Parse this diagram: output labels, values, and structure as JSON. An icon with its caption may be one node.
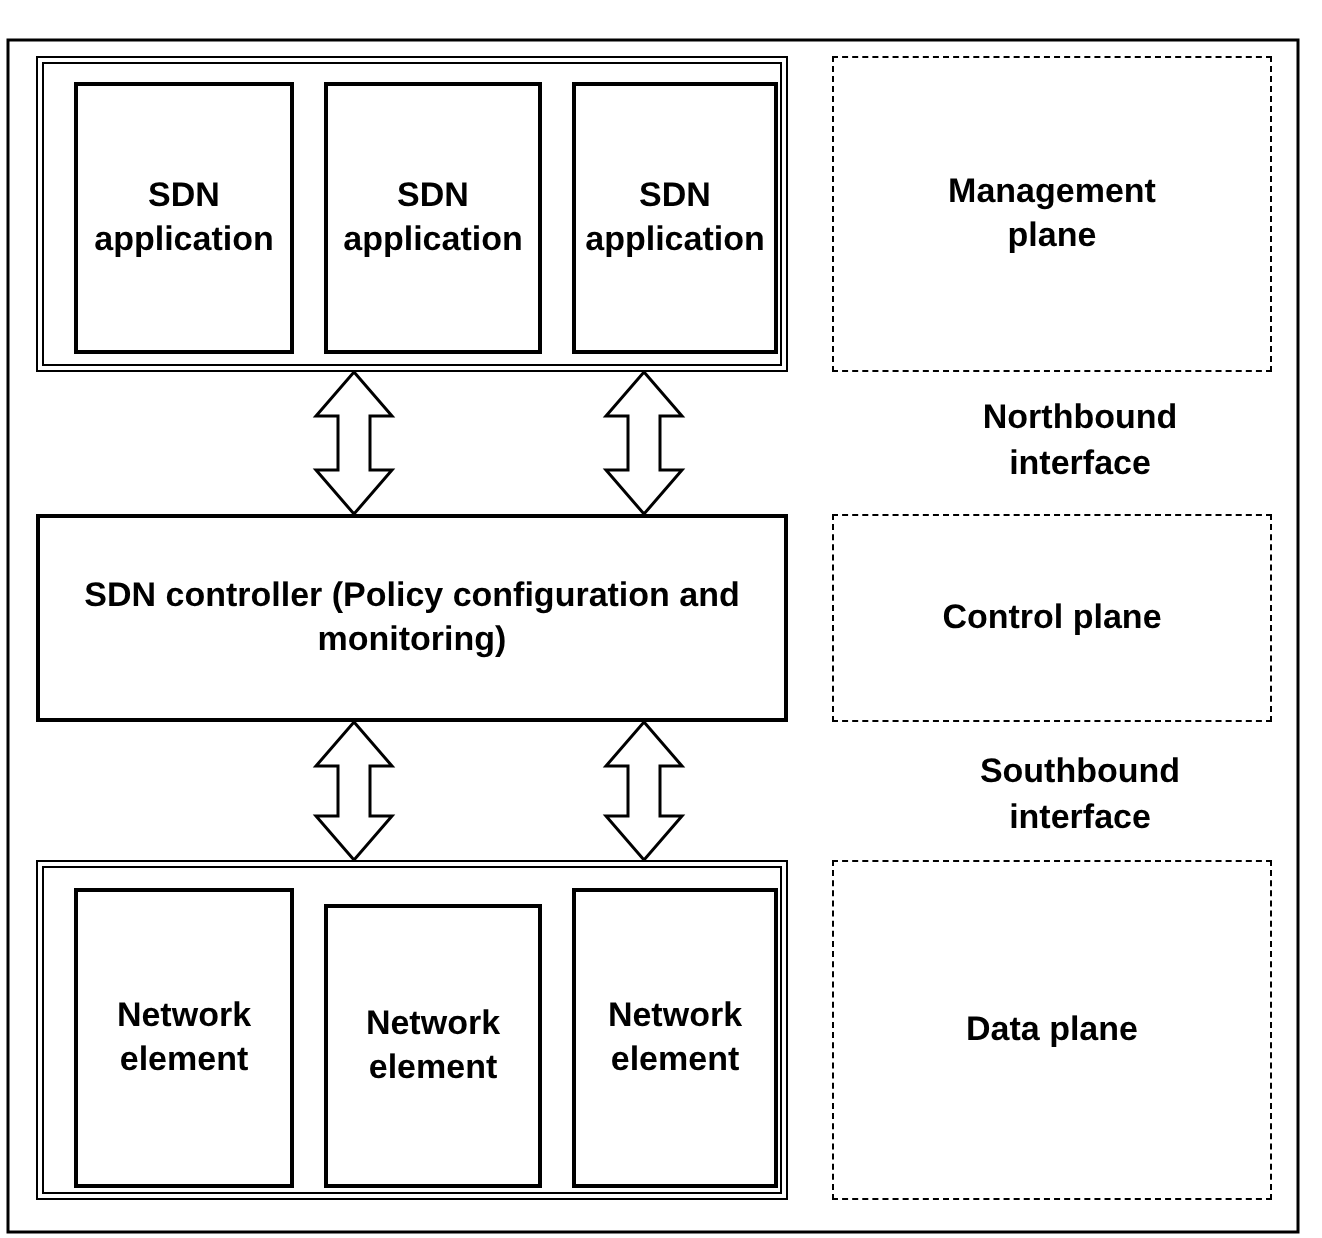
{
  "diagram": {
    "nodes": [
      {
        "text": [],
        "shape": "box"
      },
      {
        "text": [
          "SDN application"
        ],
        "in": 0
      },
      {
        "text": [
          "SDN application"
        ],
        "in": 0
      },
      {
        "text": [
          "SDN application"
        ],
        "in": 0
      },
      {
        "text": [
          "Management plane"
        ]
      },
      {
        "text": [
          "SDN controller (Policy configuration and monitoring)"
        ]
      },
      {
        "text": [
          "Control plane"
        ]
      },
      {
        "text": [],
        "shape": "box"
      },
      {
        "text": [
          "Network element"
        ],
        "in": 7
      },
      {
        "text": [
          "Network element"
        ],
        "in": 7
      },
      {
        "text": [
          "Network element"
        ],
        "in": 7
      },
      {
        "text": [
          "Data plane"
        ]
      }
    ],
    "edges": [
      {
        "from": 0,
        "to": 5,
        "arrow": "both"
      },
      {
        "from": 0,
        "to": 5,
        "arrow": "both"
      },
      {
        "from": 5,
        "to": 7,
        "arrow": "both"
      },
      {
        "from": 5,
        "to": 7,
        "arrow": "both"
      }
    ],
    "labels": [
      "Northbound interface",
      "Southbound interface"
    ]
  }
}
